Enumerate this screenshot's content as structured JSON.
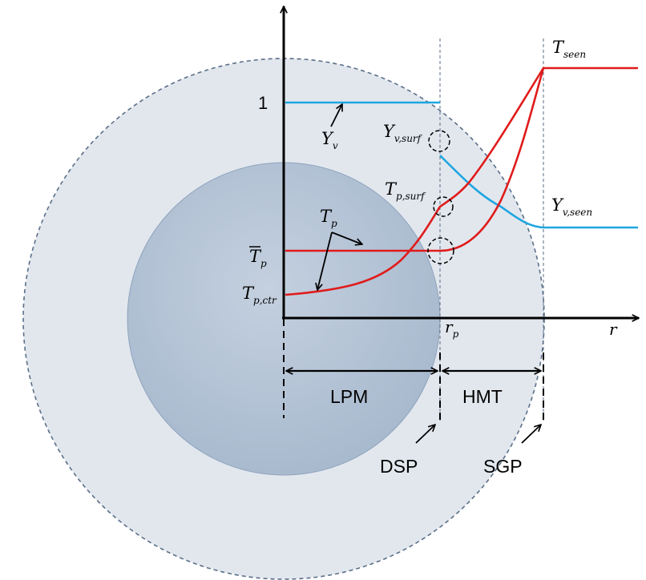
{
  "labels": {
    "y_tick_one": "1",
    "r_axis": "r",
    "r_p": {
      "base": "r",
      "sub": "p"
    },
    "T_seen": {
      "base": "T",
      "sub": "seen"
    },
    "Y_v": {
      "base": "Y",
      "sub": "v"
    },
    "Y_v_surf": {
      "base": "Y",
      "sub": "v,surf"
    },
    "Y_v_seen": {
      "base": "Y",
      "sub": "v,seen"
    },
    "T_p_surf": {
      "base": "T",
      "sub": "p,surf"
    },
    "T_p": {
      "base": "T",
      "sub": "p"
    },
    "T_p_bar": {
      "base": "T",
      "sub": "p"
    },
    "T_p_ctr": {
      "base": "T",
      "sub": "p,ctr"
    },
    "LPM": "LPM",
    "HMT": "HMT",
    "DSP": "DSP",
    "SGP": "SGP"
  },
  "colors": {
    "outer_disk": "#e3e8ef",
    "inner_disk_light": "#c7d3e2",
    "inner_disk_dark": "#9fb2c9",
    "temperature_curve": "#e01b1b",
    "vapor_curve": "#1fa6e0",
    "axis": "#000000",
    "dashed_guide": "#5a6e86"
  }
}
